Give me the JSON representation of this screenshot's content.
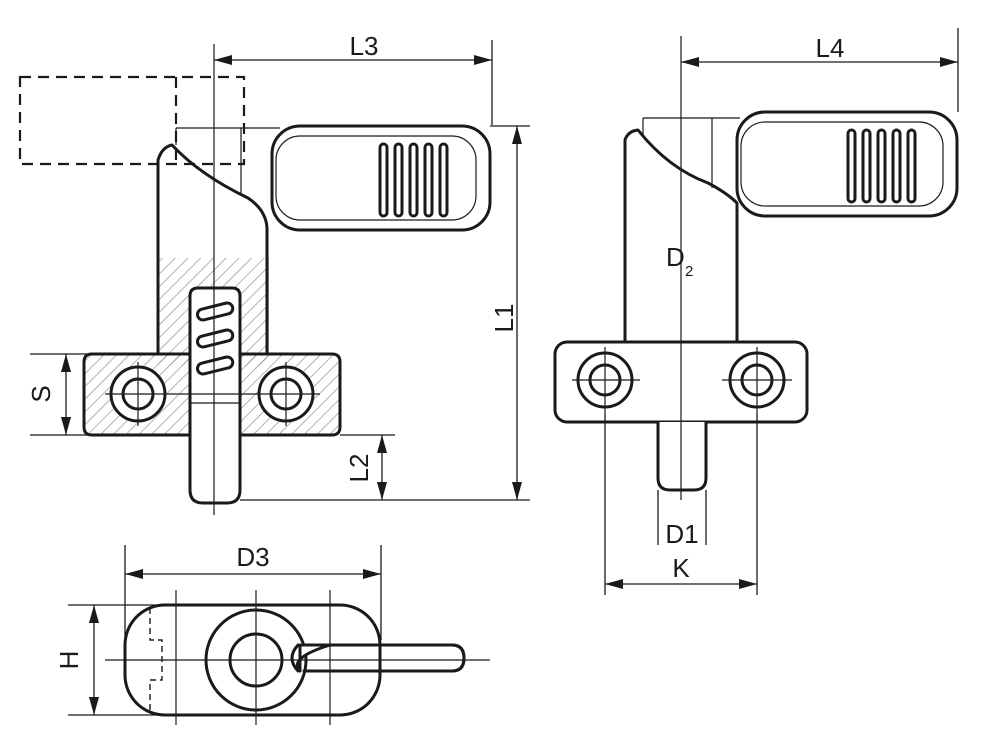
{
  "labels": {
    "l3": "L3",
    "l4": "L4",
    "l1": "L1",
    "l2": "L2",
    "s": "S",
    "d2_main": "D",
    "d2_sub": "2",
    "d1": "D1",
    "k": "K",
    "d3": "D3",
    "h": "H"
  },
  "colors": {
    "line": "#1a1a1a",
    "hatch": "#8a8a8a",
    "background": "#ffffff"
  }
}
